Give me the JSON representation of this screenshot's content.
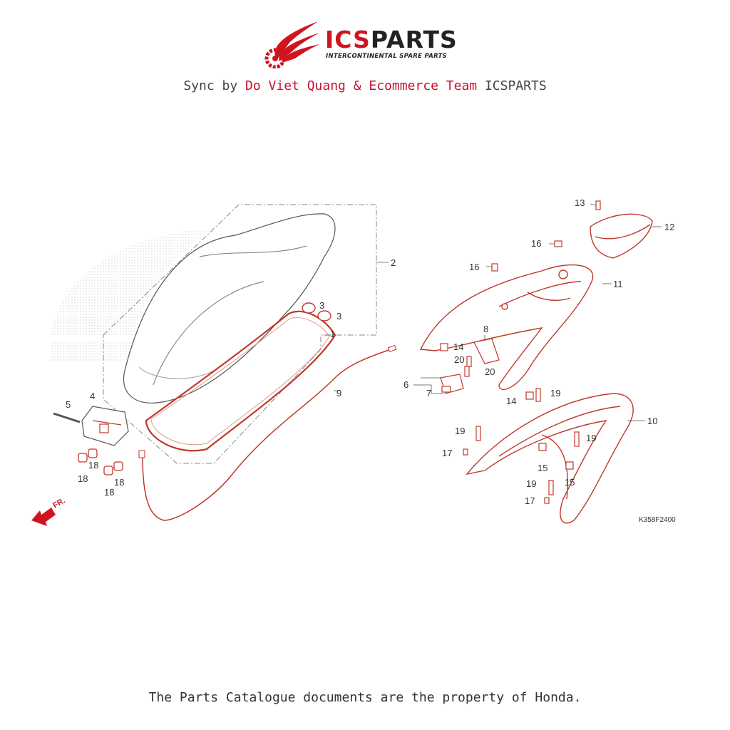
{
  "header": {
    "brand_part1": "ICS",
    "brand_part2": "PARTS",
    "tagline": "INTERCONTINENTAL SPARE PARTS",
    "sync_prefix": "Sync by ",
    "sync_highlight": "Do Viet Quang & Ecommerce Team",
    "sync_suffix": " ICSPARTS"
  },
  "diagram": {
    "code": "K358F2400",
    "direction_label": "FR.",
    "callouts": [
      {
        "id": "c1",
        "label": "1"
      },
      {
        "id": "c2",
        "label": "2"
      },
      {
        "id": "c3a",
        "label": "3"
      },
      {
        "id": "c3b",
        "label": "3"
      },
      {
        "id": "c4",
        "label": "4"
      },
      {
        "id": "c5",
        "label": "5"
      },
      {
        "id": "c6",
        "label": "6"
      },
      {
        "id": "c7",
        "label": "7"
      },
      {
        "id": "c8",
        "label": "8"
      },
      {
        "id": "c9",
        "label": "9"
      },
      {
        "id": "c10",
        "label": "10"
      },
      {
        "id": "c11",
        "label": "11"
      },
      {
        "id": "c12",
        "label": "12"
      },
      {
        "id": "c13",
        "label": "13"
      },
      {
        "id": "c14a",
        "label": "14"
      },
      {
        "id": "c14b",
        "label": "14"
      },
      {
        "id": "c15a",
        "label": "15"
      },
      {
        "id": "c15b",
        "label": "15"
      },
      {
        "id": "c16a",
        "label": "16"
      },
      {
        "id": "c16b",
        "label": "16"
      },
      {
        "id": "c17a",
        "label": "17"
      },
      {
        "id": "c17b",
        "label": "17"
      },
      {
        "id": "c18a",
        "label": "18"
      },
      {
        "id": "c18b",
        "label": "18"
      },
      {
        "id": "c18c",
        "label": "18"
      },
      {
        "id": "c18d",
        "label": "18"
      },
      {
        "id": "c19a",
        "label": "19"
      },
      {
        "id": "c19b",
        "label": "19"
      },
      {
        "id": "c19c",
        "label": "19"
      },
      {
        "id": "c19d",
        "label": "19"
      },
      {
        "id": "c20a",
        "label": "20"
      },
      {
        "id": "c20b",
        "label": "20"
      }
    ]
  },
  "footer": {
    "text": "The Parts Catalogue documents are the property of Honda."
  },
  "colors": {
    "brand_red": "#d0141e",
    "part_line": "#c0392b"
  }
}
